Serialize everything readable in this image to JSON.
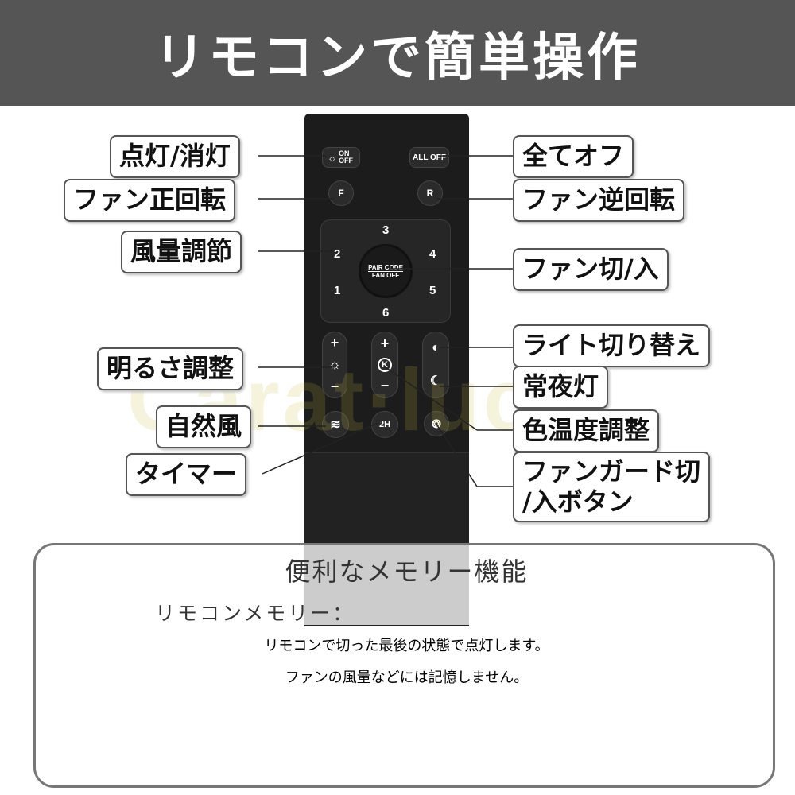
{
  "header": {
    "title": "リモコンで簡単操作"
  },
  "remote": {
    "on_off": "ON OFF",
    "all_off": "ALL OFF",
    "forward": "F",
    "reverse": "R",
    "speeds": [
      "1",
      "2",
      "3",
      "4",
      "5",
      "6"
    ],
    "center_top": "PAIR CODE",
    "center_bottom": "FAN OFF",
    "plus": "+",
    "minus": "−",
    "timer": "2H",
    "cct": "K"
  },
  "watermark": "Carat·luck",
  "labels": {
    "light_on_off": "点灯/消灯",
    "fan_forward": "ファン正回転",
    "fan_speed": "風量調節",
    "brightness": "明るさ調整",
    "natural_wind": "自然風",
    "timer": "タイマー",
    "all_off": "全てオフ",
    "fan_reverse": "ファン逆回転",
    "fan_on_off": "ファン切/入",
    "light_switch": "ライト切り替え",
    "night_light": "常夜灯",
    "color_temp": "色温度調整",
    "fan_guard_1": "ファンガード切",
    "fan_guard_2": "/入ボタン"
  },
  "memory": {
    "title": "便利なメモリー機能",
    "subtitle": "リモコンメモリー：",
    "line1": "リモコンで切った最後の状態で点灯します。",
    "line2": "ファンの風量などには記憶しません。"
  }
}
